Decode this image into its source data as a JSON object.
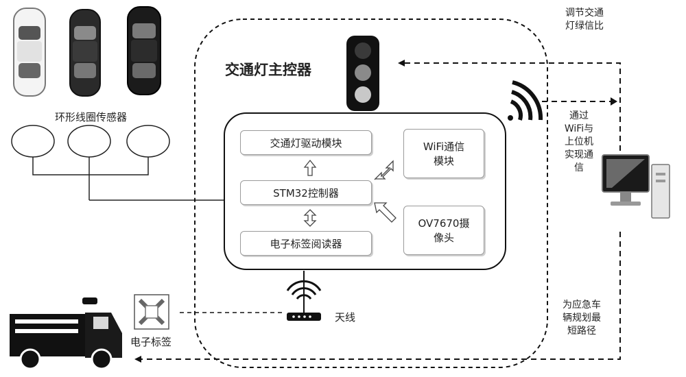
{
  "diagram": {
    "sensor_label": "环形线圈传感器",
    "controller_title": "交通灯主控器",
    "modules": {
      "driver": "交通灯驱动模块",
      "stm32": "STM32控制器",
      "reader": "电子标签阅读器",
      "wifi": "WiFi通信\n模块",
      "camera": "OV7670摄\n像头"
    },
    "antenna_label": "天线",
    "tag_label": "电子标签",
    "side_notes": {
      "adjust": "调节交通\n灯绿信比",
      "wifi_link": "通过\nWiFi与\n上位机\n实现通\n信",
      "route": "为应急车\n辆规划最\n短路径"
    }
  }
}
